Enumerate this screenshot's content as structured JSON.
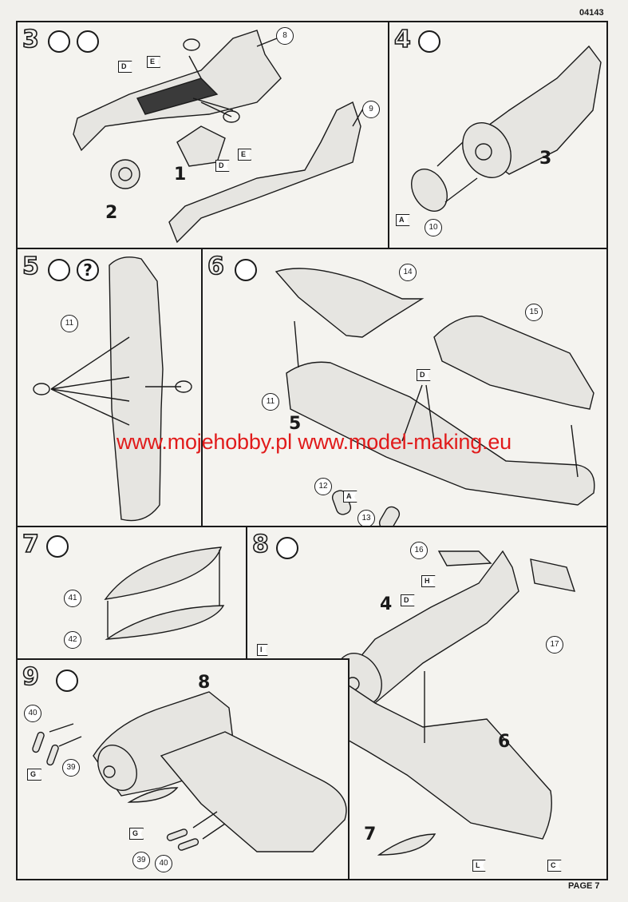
{
  "page": {
    "kit_number": "04143",
    "footer": "PAGE 7"
  },
  "watermark": "www.mojehobby.pl www.model-making.eu",
  "steps": {
    "s3": {
      "num": "3",
      "parts": {
        "p8": "8",
        "p9": "9"
      },
      "subassemblies": {
        "a1": "1",
        "a2": "2"
      },
      "flags": {
        "d1": "D",
        "e1": "E",
        "d2": "D",
        "e2": "E"
      }
    },
    "s4": {
      "num": "4",
      "parts": {
        "p10": "10"
      },
      "subassemblies": {
        "a3": "3"
      },
      "flags": {
        "a": "A"
      }
    },
    "s5": {
      "num": "5",
      "help": "?",
      "parts": {
        "p11": "11"
      }
    },
    "s6": {
      "num": "6",
      "parts": {
        "p14": "14",
        "p15": "15",
        "p11": "11",
        "p12": "12",
        "p13": "13"
      },
      "subassemblies": {
        "a5": "5"
      },
      "flags": {
        "d": "D",
        "a": "A"
      }
    },
    "s7": {
      "num": "7",
      "parts": {
        "p41": "41",
        "p42": "42"
      }
    },
    "s8": {
      "num": "8",
      "parts": {
        "p16": "16",
        "p17": "17"
      },
      "subassemblies": {
        "a4": "4",
        "a6": "6",
        "a7": "7"
      },
      "flags": {
        "h": "H",
        "d": "D",
        "i": "I",
        "l": "L",
        "c": "C"
      }
    },
    "s9": {
      "num": "9",
      "parts": {
        "p40a": "40",
        "p39a": "39",
        "p39b": "39",
        "p40b": "40"
      },
      "subassemblies": {
        "a8": "8"
      },
      "flags": {
        "g1": "G",
        "g2": "G"
      }
    }
  }
}
